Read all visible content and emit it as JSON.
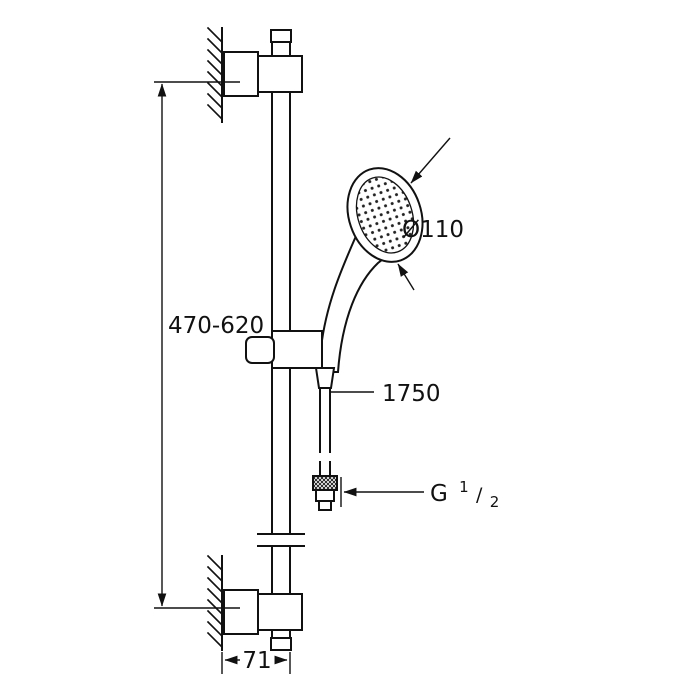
{
  "labels": {
    "rail_height": "470-620",
    "head_diameter": "Ø110",
    "hose_length": "1750",
    "thread_prefix": "G",
    "thread_numerator": "1",
    "thread_slash": "/",
    "thread_denominator": "2",
    "wall_offset": "71"
  },
  "colors": {
    "line": "#111111",
    "background": "#ffffff"
  }
}
